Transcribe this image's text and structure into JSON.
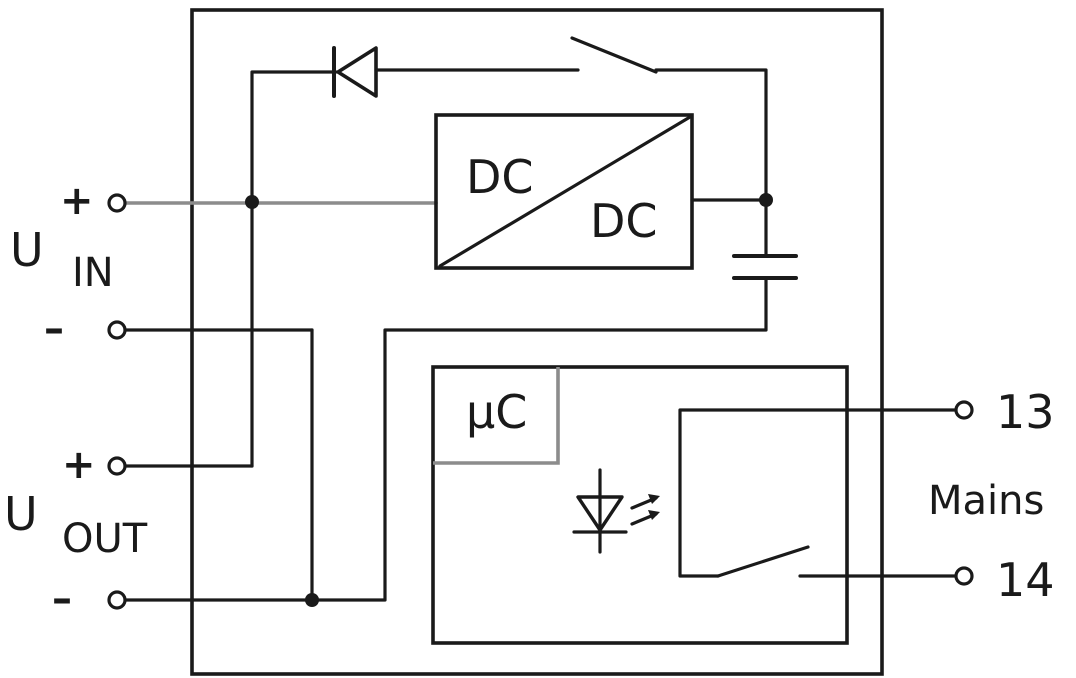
{
  "terminals": {
    "uin_plus": "+",
    "uin_minus": "–",
    "uout_plus": "+",
    "uout_minus": "–"
  },
  "labels": {
    "u": "U",
    "in_sub": "IN",
    "out_sub": "OUT",
    "dc_in": "DC",
    "dc_out": "DC",
    "mu_c": "µC",
    "terminal_13": "13",
    "terminal_14": "14",
    "mains": "Mains"
  },
  "colors": {
    "line": "#1a1a1a",
    "gray_line": "#8c8c8c",
    "background": "#ffffff"
  }
}
